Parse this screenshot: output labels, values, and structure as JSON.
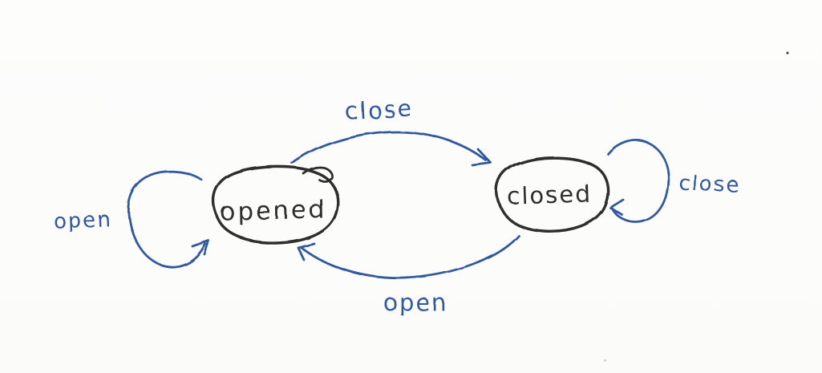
{
  "diagram": {
    "type": "hand-drawn-state-diagram",
    "states": [
      {
        "id": "opened",
        "label": "opened"
      },
      {
        "id": "closed",
        "label": "closed"
      }
    ],
    "transitions": [
      {
        "id": "opened-to-closed",
        "label": "close",
        "from": "opened",
        "to": "closed",
        "shape": "arc-top"
      },
      {
        "id": "closed-to-opened",
        "label": "open",
        "from": "closed",
        "to": "opened",
        "shape": "arc-bottom"
      },
      {
        "id": "opened-self",
        "label": "open",
        "from": "opened",
        "to": "opened",
        "shape": "self-loop-left"
      },
      {
        "id": "closed-self",
        "label": "close",
        "from": "closed",
        "to": "closed",
        "shape": "self-loop-right"
      }
    ],
    "colors": {
      "ink_black": "#2d2d2d",
      "ink_blue": "#31599e",
      "paper": "#fcfcfb",
      "speck_dark": "#4a4a4a",
      "speck_faint": "#c9c9c9"
    }
  }
}
